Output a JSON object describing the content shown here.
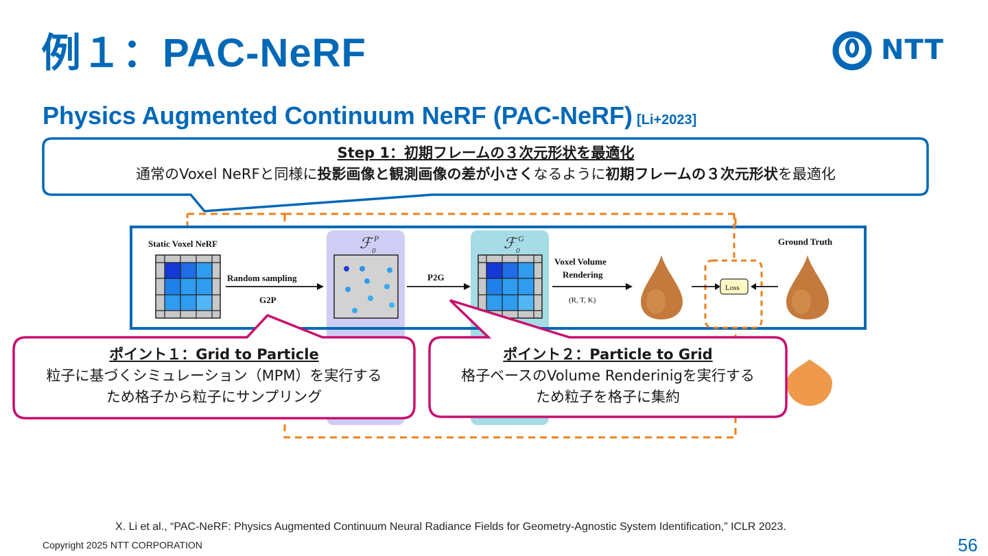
{
  "slide": {
    "title": "例１：PAC-NeRF",
    "logo_text": "NTT",
    "subtitle": "Physics Augmented Continuum NeRF (PAC-NeRF)",
    "subtitle_cite": "[Li+2023]",
    "page_number": "56",
    "copyright": "Copyright 2025 NTT CORPORATION",
    "reference": "X. Li et al., “PAC-NeRF: Physics Augmented Continuum Neural Radiance Fields for Geometry-Agnostic System Identification,” ICLR 2023."
  },
  "step_callout": {
    "heading": "Step 1：初期フレームの３次元形状を最適化",
    "line_parts": [
      "通常のVoxel NeRFと同様に",
      "投影画像と観測画像の差が小さく",
      "なるように",
      "初期フレームの３次元形状",
      "を最適化"
    ]
  },
  "point1_callout": {
    "heading": "ポイント１：Grid to Particle",
    "line1": "粒子に基づくシミュレーション（MPM）を実行する",
    "line2": "ため格子から粒子にサンプリング"
  },
  "point2_callout": {
    "heading": "ポイント２：Particle to Grid",
    "line1": "格子ベースのVolume Renderinigを実行する",
    "line2": "ため粒子を格子に集約"
  },
  "figure": {
    "static_voxel_label": "Static Voxel NeRF",
    "random_sampling": "Random sampling",
    "g2p": "G2P",
    "p2g": "P2G",
    "voxel_volume_rendering_1": "Voxel Volume",
    "voxel_volume_rendering_2": "Rendering",
    "rtk": "(R, T, K)",
    "ground_truth": "Ground Truth",
    "loss": "Loss",
    "fp_symbol": "ℱ",
    "fp_sup": "P",
    "fp_sub": "0",
    "fg_symbol": "ℱ",
    "fg_sup": "G",
    "fg_sub": "0"
  },
  "colors": {
    "brand_blue": "#0068b7",
    "callout_magenta": "#c8106e",
    "orange_dashed": "#f07f1a",
    "panel_purple": "#cfcdf4",
    "panel_teal": "#a6dce6"
  }
}
